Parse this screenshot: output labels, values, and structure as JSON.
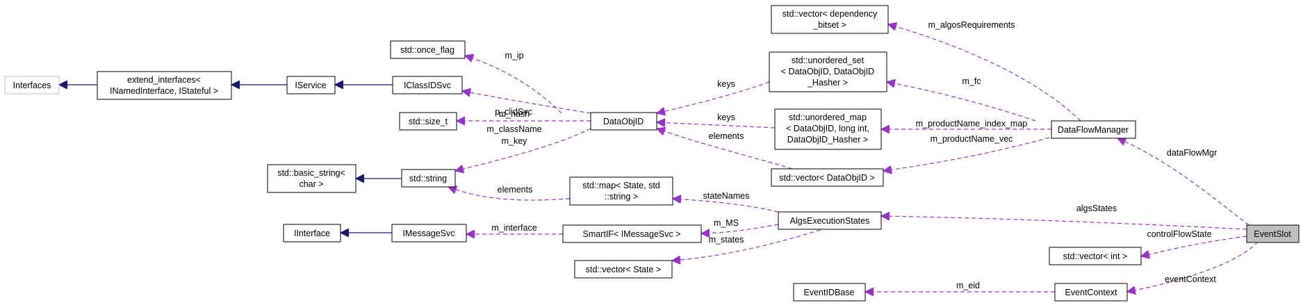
{
  "nodes": {
    "interfaces": [
      "Interfaces"
    ],
    "extend_interfaces": [
      "extend_interfaces<",
      "INamedInterface, IStateful >"
    ],
    "iservice": [
      "IService"
    ],
    "iclassidsvc": [
      "IClassIDSvc"
    ],
    "once_flag": [
      "std::once_flag"
    ],
    "size_t": [
      "std::size_t"
    ],
    "basic_string": [
      "std::basic_string<",
      "char >"
    ],
    "string": [
      "std::string"
    ],
    "iinterface": [
      "IInterface"
    ],
    "imessagesvc": [
      "IMessageSvc"
    ],
    "dataobjid": [
      "DataObjID"
    ],
    "map_state": [
      "std::map< State, std",
      "::string >"
    ],
    "smartif": [
      "SmartIF< IMessageSvc >"
    ],
    "vector_state": [
      "std::vector< State >"
    ],
    "vector_bitset": [
      "std::vector< dependency",
      "_bitset >"
    ],
    "unordered_set": [
      "std::unordered_set",
      "< DataObjID, DataObjID",
      "_Hasher >"
    ],
    "unordered_map": [
      "std::unordered_map",
      "< DataObjID, long int,",
      "DataObjID_Hasher >"
    ],
    "vector_dataobjid": [
      "std::vector< DataObjID >"
    ],
    "algsexecutionstates": [
      "AlgsExecutionStates"
    ],
    "eventidbase": [
      "EventIDBase"
    ],
    "dataflowmanager": [
      "DataFlowManager"
    ],
    "vector_int": [
      "std::vector< int >"
    ],
    "eventcontext": [
      "EventContext"
    ],
    "eventslot": [
      "EventSlot"
    ]
  },
  "edge_labels": {
    "m_ip": "m_ip",
    "p_clidsvc": "p_clidSvc",
    "m_hash": "m_hash",
    "m_classname": "m_className",
    "m_key": "m_key",
    "keys_set": "keys",
    "keys_map": "keys",
    "elements_vec": "elements",
    "elements_map": "elements",
    "m_algos_requirements": "m_algosRequirements",
    "m_fc": "m_fc",
    "m_productname_index_map": "m_productName_index_map",
    "m_productname_vec": "m_productName_vec",
    "statenames": "stateNames",
    "m_interface": "m_interface",
    "m_ms": "m_MS",
    "m_states": "m_states",
    "dataflowmgr": "dataFlowMgr",
    "algsstates": "algsStates",
    "controlflowstate": "controlFlowState",
    "eventcontext": "eventContext",
    "m_eid": "m_eid"
  },
  "colors": {
    "inheritance": "#191970",
    "usage": "#9a32cd",
    "focus_fill": "#bfbfbf",
    "external_border": "#bfbfbf"
  }
}
